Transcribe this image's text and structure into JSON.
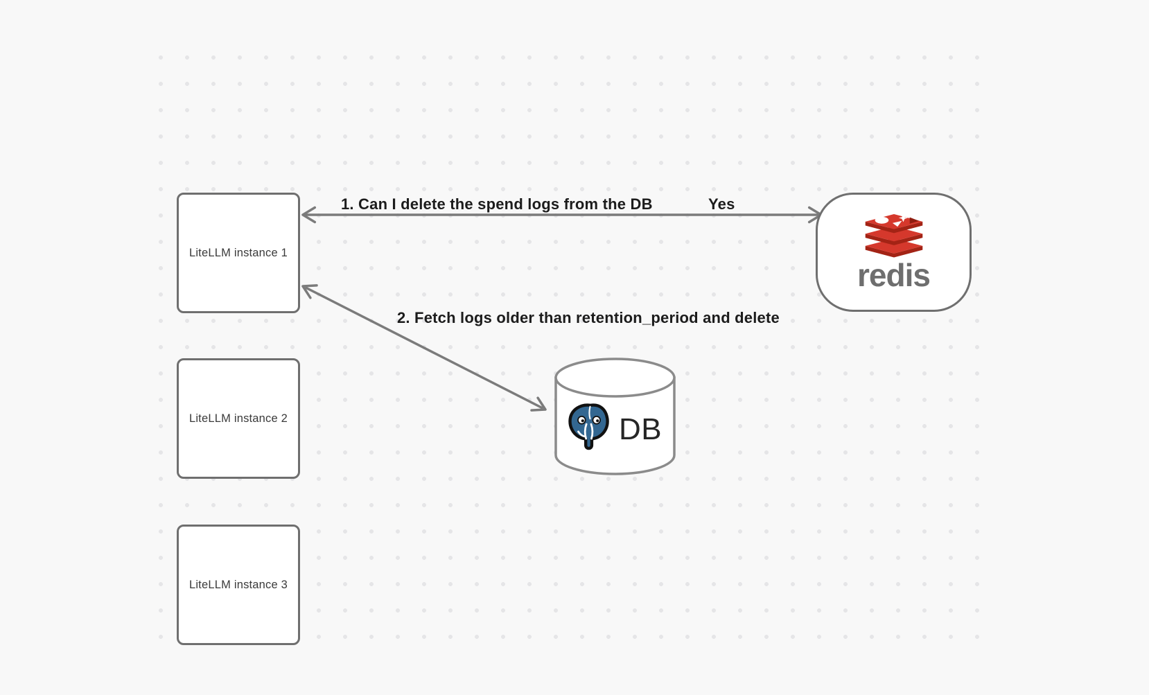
{
  "colors": {
    "background": "#f8f8f8",
    "dot": "#e5e5e7",
    "node_border": "#6f6f6f",
    "arrow": "#7b7b7b",
    "label_text": "#1c1c1c",
    "redis_red": "#d5382c",
    "redis_red_dark": "#a32315",
    "redis_wordmark": "#6e6e6e",
    "postgres_blue": "#336791"
  },
  "nodes": {
    "instance1": {
      "label": "LiteLLM instance 1"
    },
    "instance2": {
      "label": "LiteLLM instance 2"
    },
    "instance3": {
      "label": "LiteLLM instance 3"
    },
    "redis": {
      "label": "redis",
      "icon": "redis-logo-icon"
    },
    "db": {
      "label": "DB",
      "icon": "postgresql-elephant-icon",
      "shape": "database-cylinder"
    }
  },
  "edges": [
    {
      "id": "1",
      "from": "instance1",
      "to": "redis",
      "direction": "both",
      "label": "1.  Can I delete the spend logs from the DB",
      "response": "Yes"
    },
    {
      "id": "2",
      "from": "instance1",
      "to": "db",
      "direction": "both",
      "label": "2.  Fetch logs older than retention_period and delete"
    }
  ]
}
